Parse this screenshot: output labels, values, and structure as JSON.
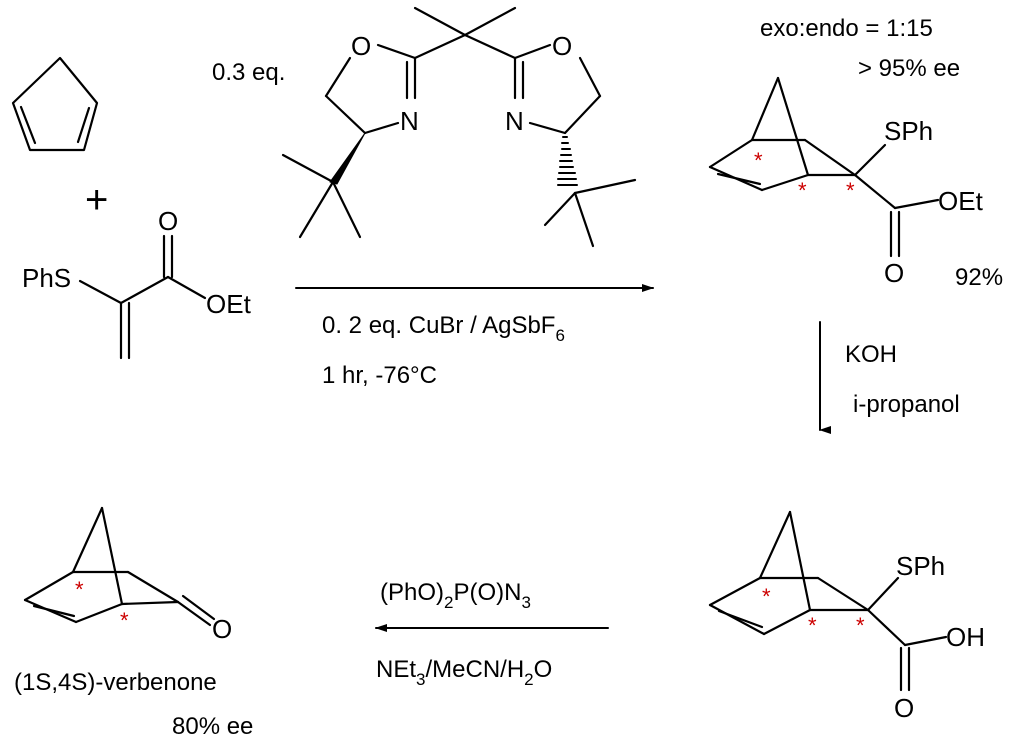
{
  "colors": {
    "stroke": "#000000",
    "stereocenter": "#cc0000"
  },
  "reactants": {
    "plus": "+",
    "phs": "PhS",
    "o_carbonyl": "O",
    "oet": "OEt"
  },
  "ligand": {
    "equivalents": "0.3 eq.",
    "o_left": "O",
    "n_left": "N",
    "o_right": "O",
    "n_right": "N"
  },
  "step1": {
    "catalyst_prefix": "0. 2 eq. CuBr / AgSbF",
    "catalyst_sub": "6",
    "conditions": "1 hr, -76°C"
  },
  "product1": {
    "selectivity": "exo:endo = 1:15",
    "ee": "> 95% ee",
    "sph": "SPh",
    "oet": "OEt",
    "o": "O",
    "yield": "92%",
    "stereo_mark": "*"
  },
  "step2": {
    "reagent": "KOH",
    "solvent": "i-propanol"
  },
  "product2": {
    "sph": "SPh",
    "oh": "OH",
    "o": "O",
    "stereo_mark": "*"
  },
  "step3": {
    "reagent_a": "(PhO)",
    "reagent_sub_a": "2",
    "reagent_b": "P(O)N",
    "reagent_sub_b": "3",
    "solvent_a": "NEt",
    "solvent_sub_a": "3",
    "solvent_b": "/MeCN/H",
    "solvent_sub_b": "2",
    "solvent_c": "O"
  },
  "product3": {
    "o": "O",
    "name": "(1S,4S)-verbenone",
    "ee": "80% ee",
    "stereo_mark": "*"
  }
}
